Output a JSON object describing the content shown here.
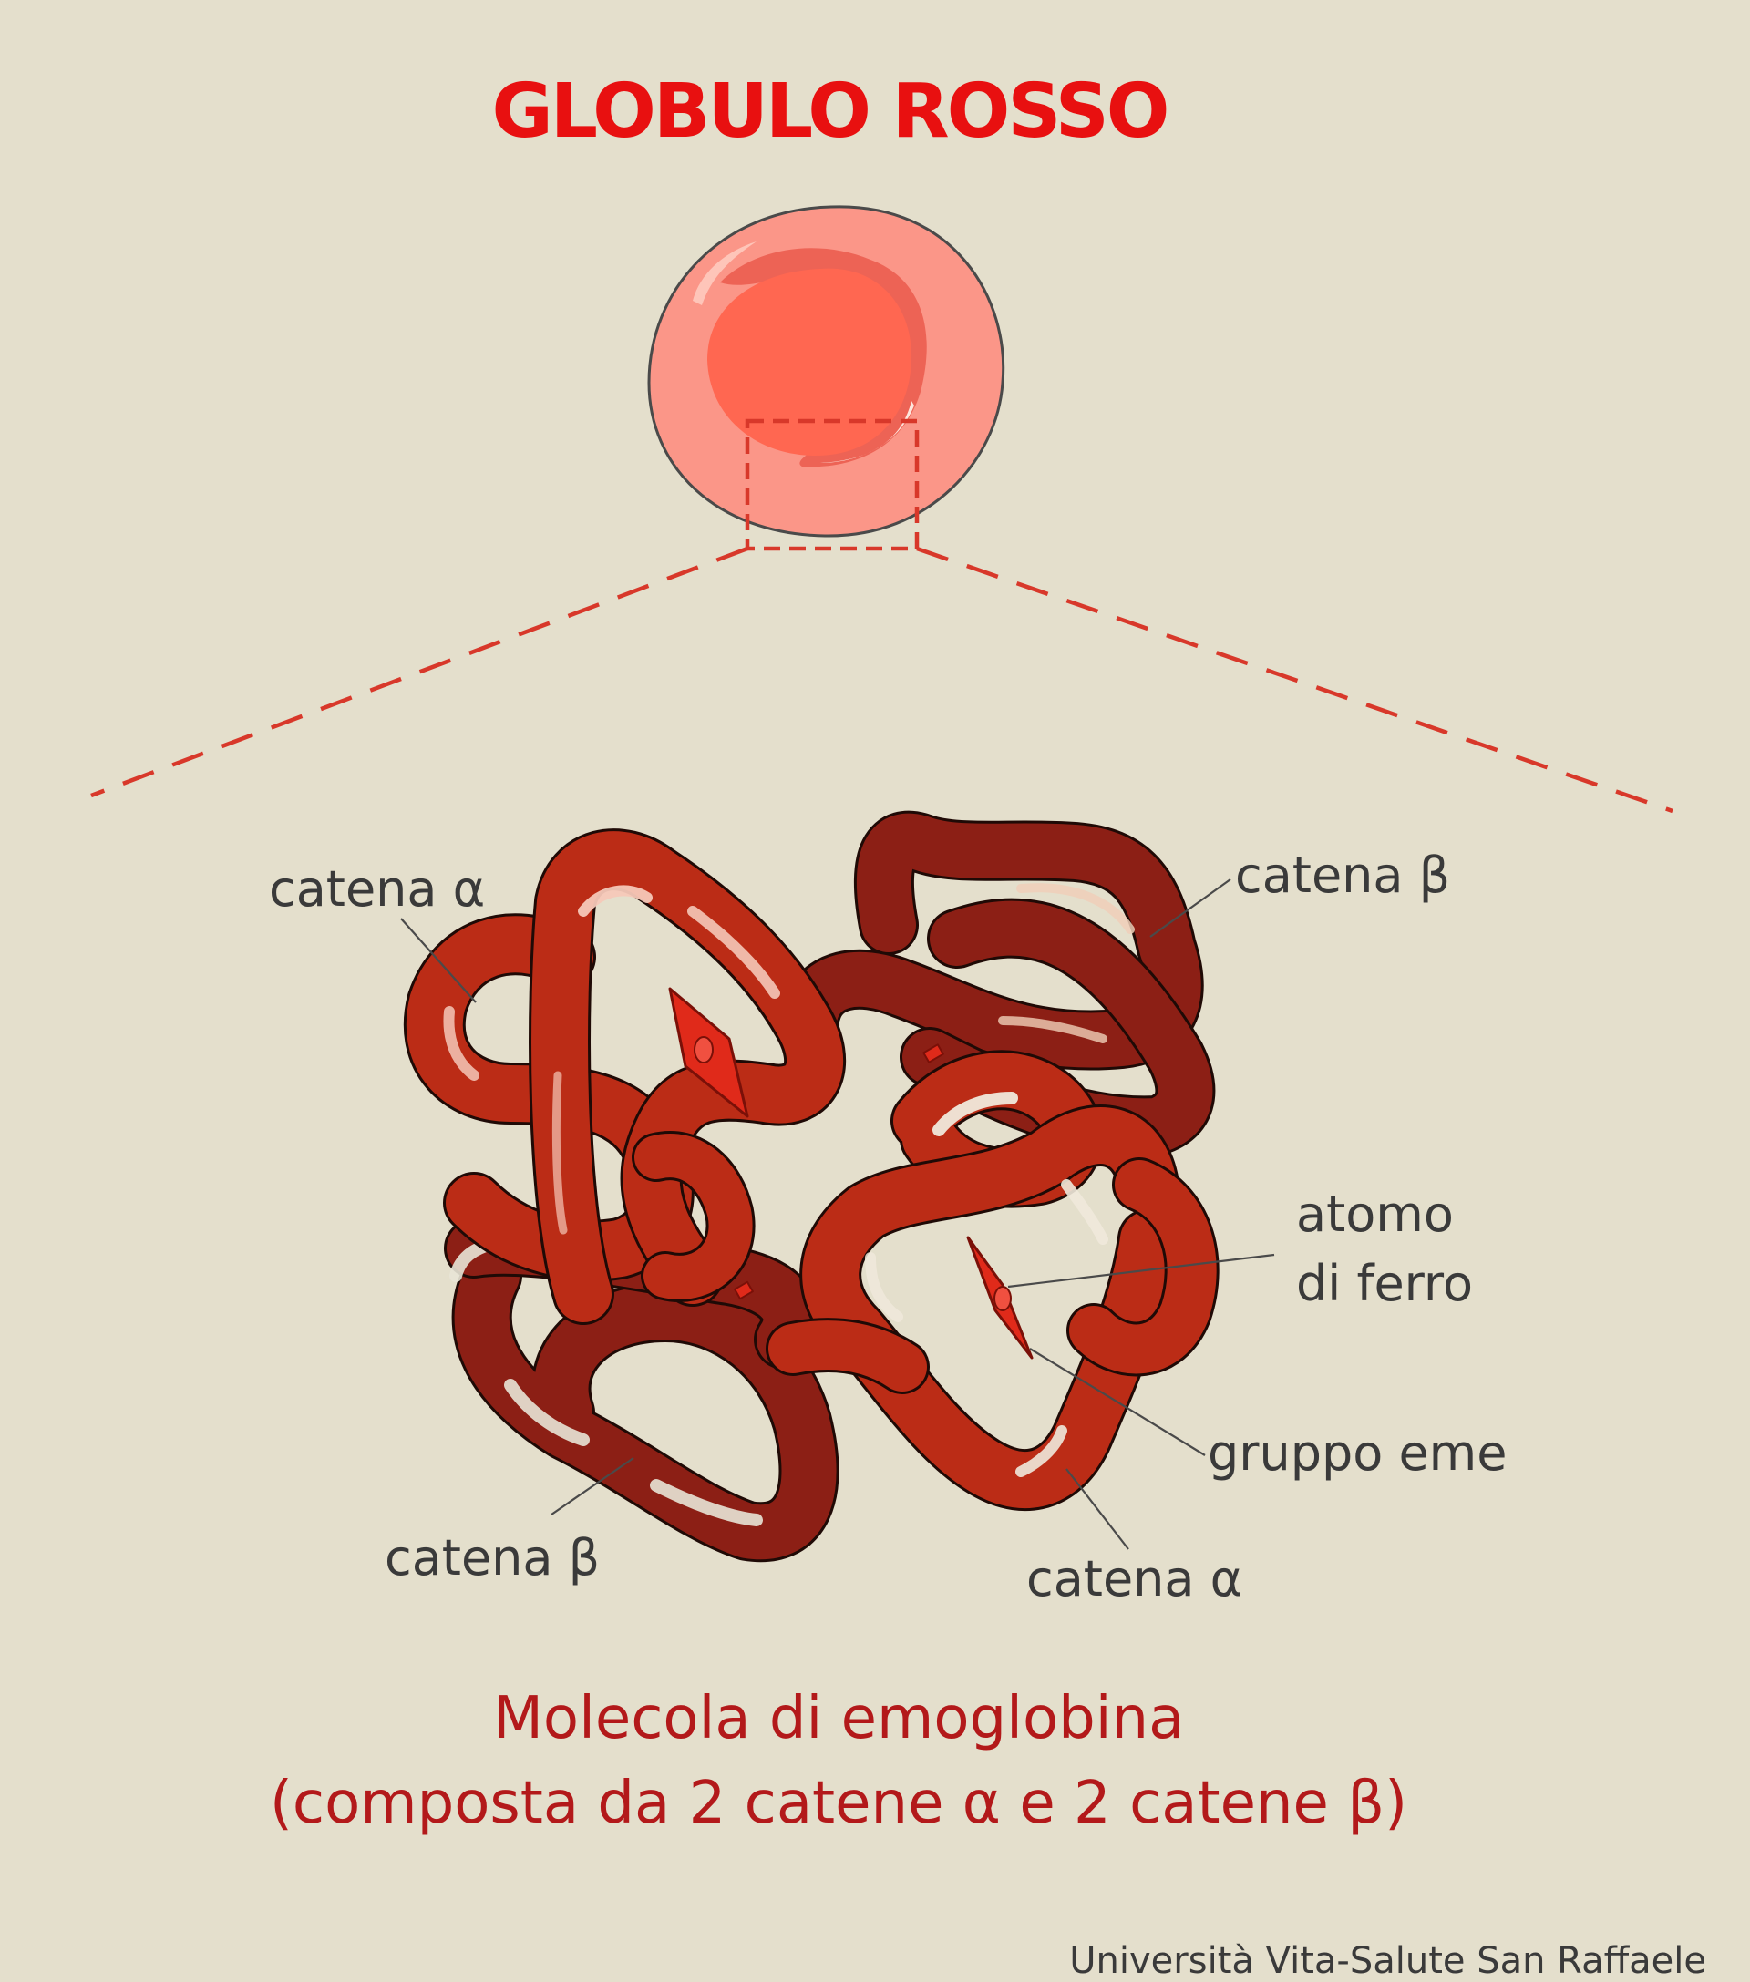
{
  "title": "GLOBULO ROSSO",
  "labels": {
    "alpha_top_left": "catena α",
    "beta_top_right": "catena β",
    "iron_atom_line1": "atomo",
    "iron_atom_line2": "di ferro",
    "heme_group": "gruppo eme",
    "beta_bottom_left": "catena β",
    "alpha_bottom_right": "catena α"
  },
  "caption": {
    "line1": "Molecola di emoglobina",
    "line2": "(composta da 2 catene α e 2 catene β)"
  },
  "credit": "Università Vita-Salute San Raffaele",
  "colors": {
    "background": "#e4dfcc",
    "title_red": "#e81010",
    "caption_red": "#b3191a",
    "alpha_chain": "#bb2c16",
    "beta_chain": "#8c1f15",
    "cell_outer": "#fb9688",
    "cell_inner": "#ff6751",
    "dashed_red": "#d8382a",
    "heme": "#e02a1a"
  }
}
